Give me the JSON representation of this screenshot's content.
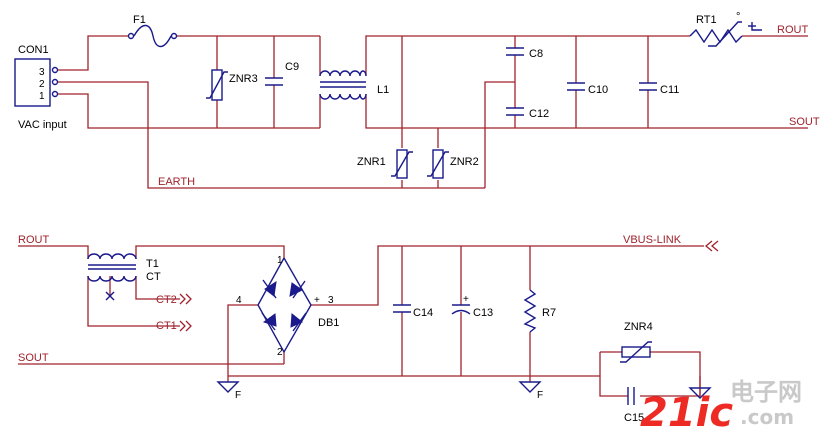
{
  "connector": {
    "ref": "CON1",
    "pins": [
      "3",
      "2",
      "1"
    ],
    "caption": "VAC input"
  },
  "fuse": "F1",
  "thermistor": {
    "ref": "RT1",
    "mark": "°"
  },
  "varistors": {
    "znr3": "ZNR3",
    "znr1": "ZNR1",
    "znr2": "ZNR2",
    "znr4": "ZNR4"
  },
  "capacitors": {
    "c9": "C9",
    "c8": "C8",
    "c12": "C12",
    "c10": "C10",
    "c11": "C11",
    "c14": "C14",
    "c13": "C13",
    "c15": "C15"
  },
  "inductor": "L1",
  "transformer": {
    "ref": "T1",
    "tag": "CT"
  },
  "bridge": {
    "ref": "DB1",
    "pins": [
      "1",
      "2",
      "3",
      "4"
    ],
    "plus": "+"
  },
  "resistor": "R7",
  "nets": {
    "rout": "ROUT",
    "sout": "SOUT",
    "earth": "EARTH",
    "vbus": "VBUS-LINK",
    "ct1": "CT1",
    "ct2": "CT2",
    "rout2": "ROUT",
    "sout2": "SOUT"
  },
  "ground_label": "F",
  "watermark": {
    "brand": "21ic",
    "cn": "电子网",
    "domain": ".com"
  },
  "colors": {
    "wire": "#a0232d",
    "component": "#1a1a8c",
    "watermark_red": "#ee2a24",
    "watermark_gray": "#c9c9c9"
  }
}
